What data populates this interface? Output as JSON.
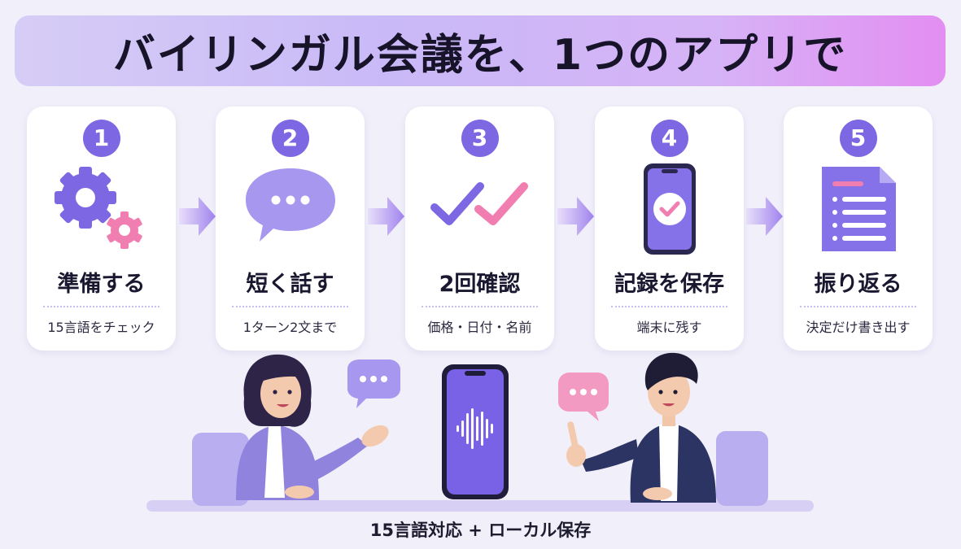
{
  "title": "バイリンガル会議を、1つのアプリで",
  "steps": [
    {
      "number": "1",
      "title": "準備する",
      "subtitle": "15言語をチェック",
      "icon": "gears-icon"
    },
    {
      "number": "2",
      "title": "短く話す",
      "subtitle": "1ターン2文まで",
      "icon": "speech-bubble-icon"
    },
    {
      "number": "3",
      "title": "2回確認",
      "subtitle": "価格・日付・名前",
      "icon": "double-check-icon"
    },
    {
      "number": "4",
      "title": "記録を保存",
      "subtitle": "端末に残す",
      "icon": "phone-check-icon"
    },
    {
      "number": "5",
      "title": "振り返る",
      "subtitle": "決定だけ書き出す",
      "icon": "document-icon"
    }
  ],
  "footer": "15言語対応 + ローカル保存",
  "colors": {
    "accent": "#7d67e2",
    "pink": "#f17eb0",
    "background": "#f1f0fa",
    "navy": "#2c3463"
  }
}
